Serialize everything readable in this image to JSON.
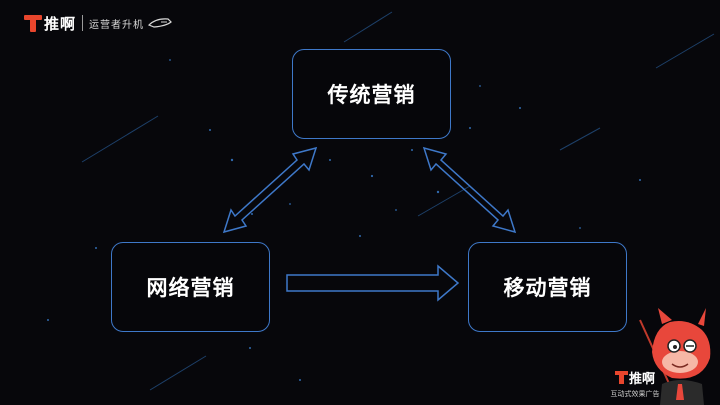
{
  "brand": {
    "name": "推啊",
    "slogan": "运营者升机",
    "tagline": "互动式效果广告",
    "accent_color": "#e8462d"
  },
  "diagram": {
    "nodes": [
      {
        "id": "top",
        "label": "传统营销"
      },
      {
        "id": "left",
        "label": "网络营销"
      },
      {
        "id": "right",
        "label": "移动营销"
      }
    ],
    "edges": [
      {
        "from": "top",
        "to": "left",
        "style": "bidirectional"
      },
      {
        "from": "top",
        "to": "right",
        "style": "bidirectional"
      },
      {
        "from": "left",
        "to": "right",
        "style": "directed"
      }
    ],
    "border_color": "#3e78c9"
  }
}
